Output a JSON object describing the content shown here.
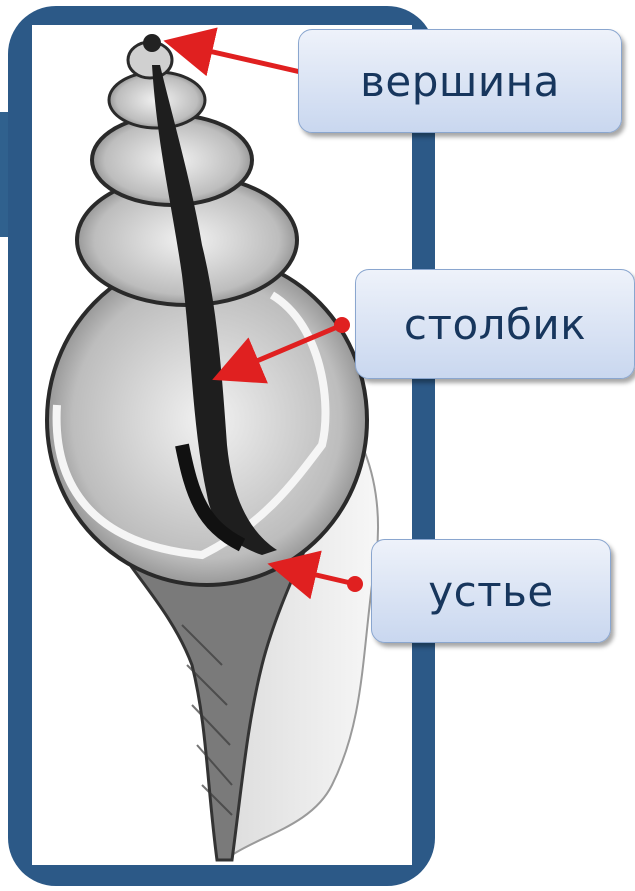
{
  "labels": {
    "apex": "вершина",
    "columella": "столбик",
    "aperture": "устье"
  },
  "colors": {
    "frame": "#2c5987",
    "arrow": "#e02020",
    "label_text": "#17365d"
  }
}
